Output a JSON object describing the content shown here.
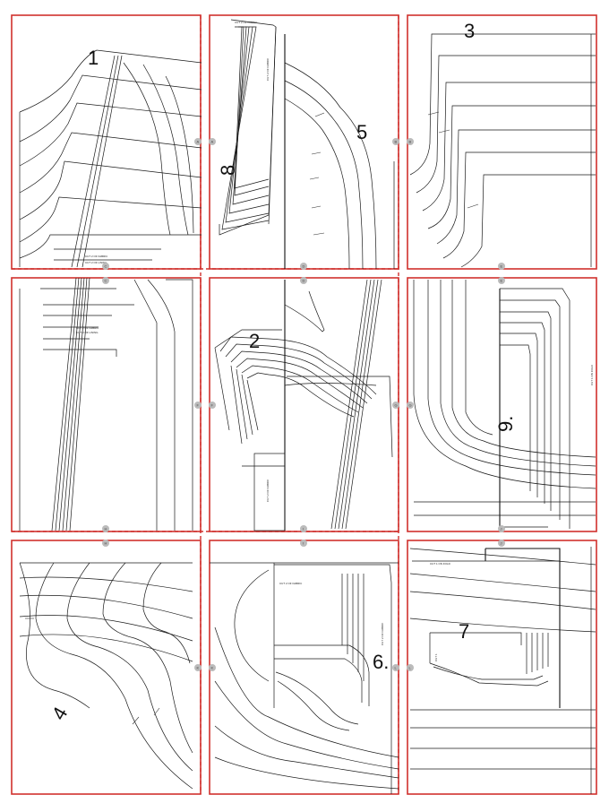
{
  "colors": {
    "page_border": "#d0312d",
    "line": "#1a1a1a"
  },
  "pieces": [
    {
      "id": "piece-1",
      "label": "1"
    },
    {
      "id": "piece-2",
      "label": "2"
    },
    {
      "id": "piece-3",
      "label": "3"
    },
    {
      "id": "piece-4",
      "label": "4"
    },
    {
      "id": "piece-5",
      "label": "5"
    },
    {
      "id": "piece-6",
      "label": "6."
    },
    {
      "id": "piece-7",
      "label": "7"
    },
    {
      "id": "piece-8",
      "label": "8"
    },
    {
      "id": "piece-9",
      "label": "9."
    }
  ],
  "markers": {
    "A": "A",
    "B": "B",
    "C": "C",
    "D": "D",
    "E": "E",
    "F": "F",
    "G": "G",
    "H": "H",
    "I": "I",
    "J": "J",
    "K": "K",
    "L": "L"
  }
}
